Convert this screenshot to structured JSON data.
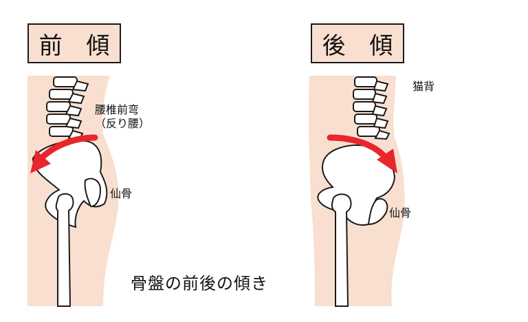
{
  "panels": {
    "left": {
      "title": "前 傾",
      "lordosis_label": "腰椎前弯",
      "lordosis_sub": "（反り腰）",
      "sacrum_label": "仙骨"
    },
    "right": {
      "title": "後 傾",
      "kyphosis_label": "猫背",
      "sacrum_label": "仙骨"
    }
  },
  "caption": "骨盤の前後の傾き",
  "colors": {
    "skin": "#f9dfcf",
    "bone": "#ffffff",
    "outline": "#1a1a1a",
    "arrow": "#e8262b"
  }
}
